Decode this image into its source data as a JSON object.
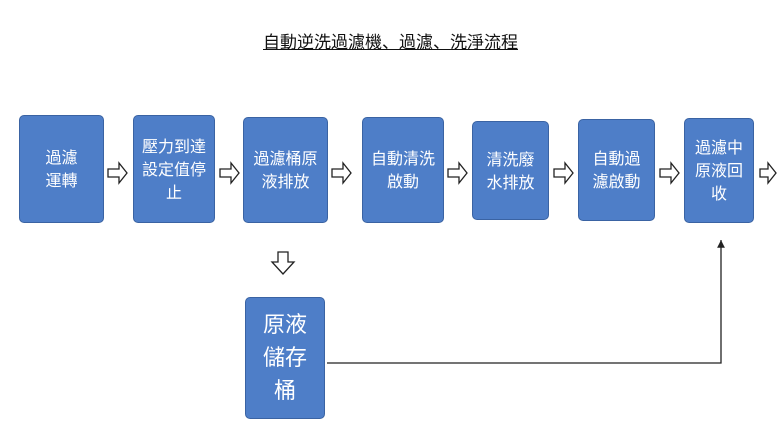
{
  "title": "自動逆洗過濾機、過濾、洗淨流程",
  "colors": {
    "box_fill": "#4e7ec8",
    "box_border": "#3a63a3",
    "arrow": "#222222"
  },
  "steps": [
    {
      "id": "s1",
      "label": "過濾\n運轉"
    },
    {
      "id": "s2",
      "label": "壓力到達\n設定值停\n止"
    },
    {
      "id": "s3",
      "label": "過濾桶原\n液排放"
    },
    {
      "id": "s4",
      "label": "自動清洗\n啟動"
    },
    {
      "id": "s5",
      "label": "清洗廢\n水排放"
    },
    {
      "id": "s6",
      "label": "自動過\n濾啟動"
    },
    {
      "id": "s7",
      "label": "過濾中\n原液回\n收"
    }
  ],
  "storage": {
    "label": "原液\n儲存\n桶"
  }
}
